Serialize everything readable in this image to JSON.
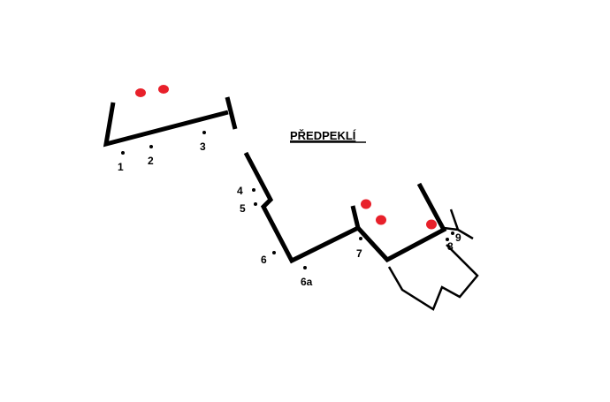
{
  "diagram": {
    "title": "PŘEDPEKLÍ",
    "labels": {
      "p1": "1",
      "p2": "2",
      "p3": "3",
      "p4": "4",
      "p5": "5",
      "p6": "6",
      "p6a": "6a",
      "p7": "7",
      "p8": "8",
      "p9": "9"
    },
    "colors": {
      "line": "#000000",
      "red_marker": "#e8202a",
      "background": "#ffffff"
    }
  }
}
